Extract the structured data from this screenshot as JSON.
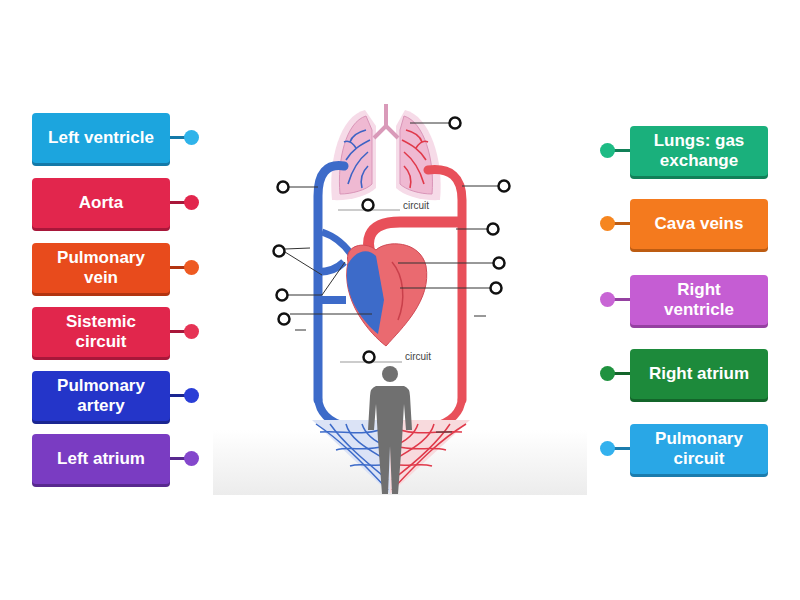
{
  "diagram": {
    "nodes": [
      {
        "text": [
          "Left ventricle"
        ]
      },
      {
        "text": [
          "Aorta"
        ]
      },
      {
        "text": [
          "Pulmonary vein"
        ]
      },
      {
        "text": [
          "Sistemic circuit"
        ]
      },
      {
        "text": [
          "Pulmonary artery"
        ]
      },
      {
        "text": [
          "Left atrium"
        ]
      },
      {
        "text": [
          "Lungs: gas exchange"
        ]
      },
      {
        "text": [
          "Cava veins"
        ]
      },
      {
        "text": [
          "Right ventricle"
        ]
      },
      {
        "text": [
          "Right atrium"
        ]
      },
      {
        "text": [
          "Pulmonary circuit"
        ]
      }
    ],
    "labels": [
      "circuit",
      "circuit"
    ]
  }
}
